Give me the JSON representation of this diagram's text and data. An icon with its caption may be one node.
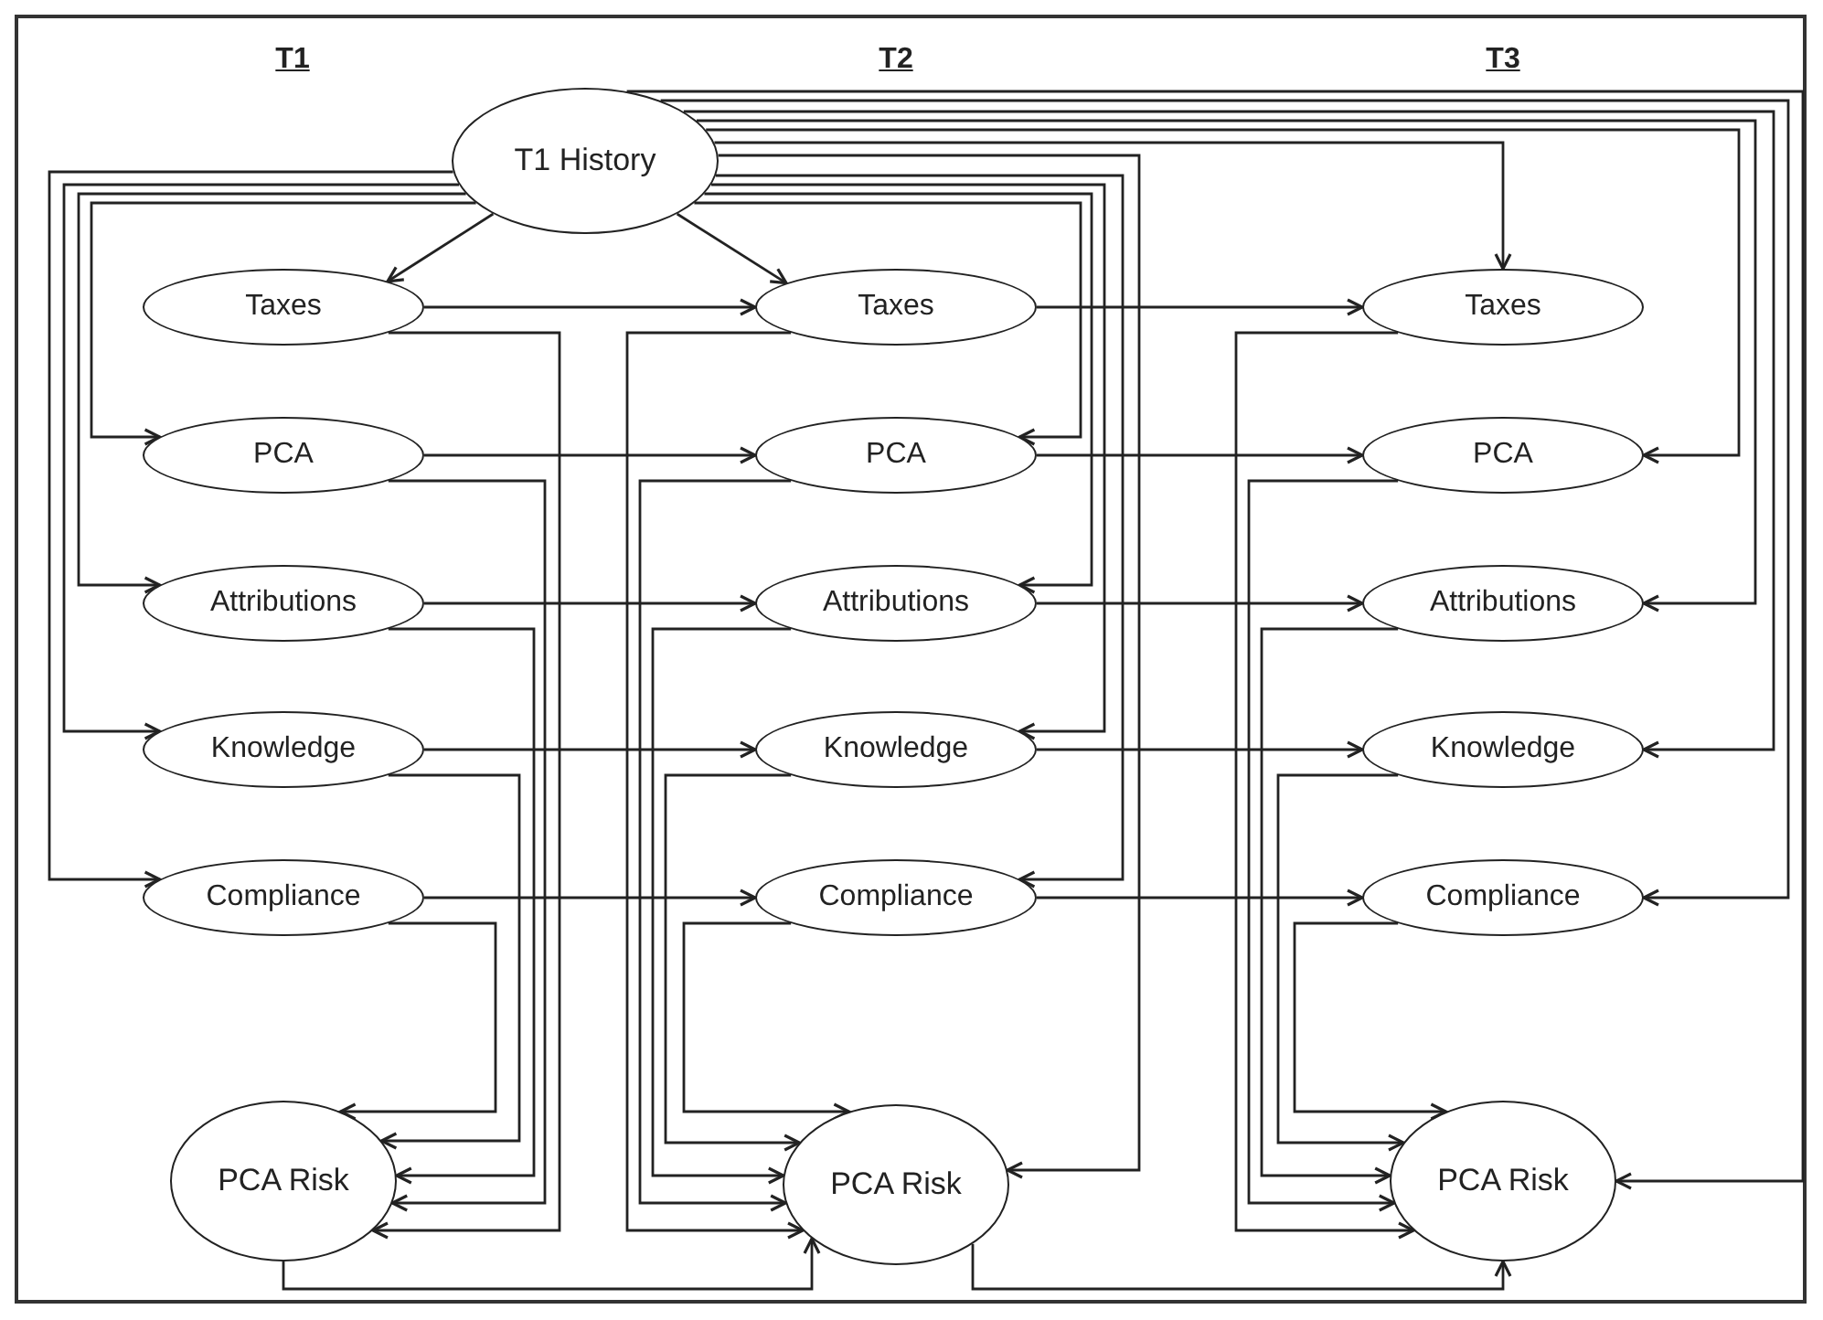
{
  "diagram": {
    "nodes": [
      {
        "text": [
          "T1 History"
        ]
      },
      {
        "text": [
          "Taxes"
        ]
      },
      {
        "text": [
          "PCA"
        ]
      },
      {
        "text": [
          "Attributions"
        ]
      },
      {
        "text": [
          "Knowledge"
        ]
      },
      {
        "text": [
          "Compliance"
        ]
      },
      {
        "text": [
          "PCA Risk"
        ]
      },
      {
        "text": [
          "Taxes"
        ]
      },
      {
        "text": [
          "PCA"
        ]
      },
      {
        "text": [
          "Attributions"
        ]
      },
      {
        "text": [
          "Knowledge"
        ]
      },
      {
        "text": [
          "Compliance"
        ]
      },
      {
        "text": [
          "PCA Risk"
        ]
      },
      {
        "text": [
          "Taxes"
        ]
      },
      {
        "text": [
          "PCA"
        ]
      },
      {
        "text": [
          "Attributions"
        ]
      },
      {
        "text": [
          "Knowledge"
        ]
      },
      {
        "text": [
          "Compliance"
        ]
      },
      {
        "text": [
          "PCA Risk"
        ]
      }
    ],
    "edges": [
      {
        "from": 0,
        "to": 1,
        "arrow": "to"
      },
      {
        "from": 0,
        "to": 7,
        "arrow": "to"
      },
      {
        "from": 0,
        "to": 13,
        "arrow": "to"
      },
      {
        "from": 0,
        "to": 2,
        "arrow": "to"
      },
      {
        "from": 0,
        "to": 3,
        "arrow": "to"
      },
      {
        "from": 0,
        "to": 4,
        "arrow": "to"
      },
      {
        "from": 0,
        "to": 5,
        "arrow": "to"
      },
      {
        "from": 0,
        "to": 8,
        "arrow": "to"
      },
      {
        "from": 0,
        "to": 9,
        "arrow": "to"
      },
      {
        "from": 0,
        "to": 10,
        "arrow": "to"
      },
      {
        "from": 0,
        "to": 11,
        "arrow": "to"
      },
      {
        "from": 0,
        "to": 12,
        "arrow": "to"
      },
      {
        "from": 0,
        "to": 14,
        "arrow": "to"
      },
      {
        "from": 0,
        "to": 15,
        "arrow": "to"
      },
      {
        "from": 0,
        "to": 16,
        "arrow": "to"
      },
      {
        "from": 0,
        "to": 17,
        "arrow": "to"
      },
      {
        "from": 0,
        "to": 18,
        "arrow": "to"
      },
      {
        "from": 1,
        "to": 7,
        "arrow": "to"
      },
      {
        "from": 2,
        "to": 8,
        "arrow": "to"
      },
      {
        "from": 3,
        "to": 9,
        "arrow": "to"
      },
      {
        "from": 4,
        "to": 10,
        "arrow": "to"
      },
      {
        "from": 5,
        "to": 11,
        "arrow": "to"
      },
      {
        "from": 7,
        "to": 13,
        "arrow": "to"
      },
      {
        "from": 8,
        "to": 14,
        "arrow": "to"
      },
      {
        "from": 9,
        "to": 15,
        "arrow": "to"
      },
      {
        "from": 10,
        "to": 16,
        "arrow": "to"
      },
      {
        "from": 11,
        "to": 17,
        "arrow": "to"
      },
      {
        "from": 1,
        "to": 6,
        "arrow": "to"
      },
      {
        "from": 2,
        "to": 6,
        "arrow": "to"
      },
      {
        "from": 3,
        "to": 6,
        "arrow": "to"
      },
      {
        "from": 4,
        "to": 6,
        "arrow": "to"
      },
      {
        "from": 5,
        "to": 6,
        "arrow": "to"
      },
      {
        "from": 7,
        "to": 12,
        "arrow": "to"
      },
      {
        "from": 8,
        "to": 12,
        "arrow": "to"
      },
      {
        "from": 9,
        "to": 12,
        "arrow": "to"
      },
      {
        "from": 10,
        "to": 12,
        "arrow": "to"
      },
      {
        "from": 11,
        "to": 12,
        "arrow": "to"
      },
      {
        "from": 13,
        "to": 18,
        "arrow": "to"
      },
      {
        "from": 14,
        "to": 18,
        "arrow": "to"
      },
      {
        "from": 15,
        "to": 18,
        "arrow": "to"
      },
      {
        "from": 16,
        "to": 18,
        "arrow": "to"
      },
      {
        "from": 17,
        "to": 18,
        "arrow": "to"
      },
      {
        "from": 6,
        "to": 12,
        "arrow": "to"
      },
      {
        "from": 12,
        "to": 18,
        "arrow": "to"
      }
    ],
    "labels": [
      "T1",
      "T2",
      "T3"
    ]
  }
}
